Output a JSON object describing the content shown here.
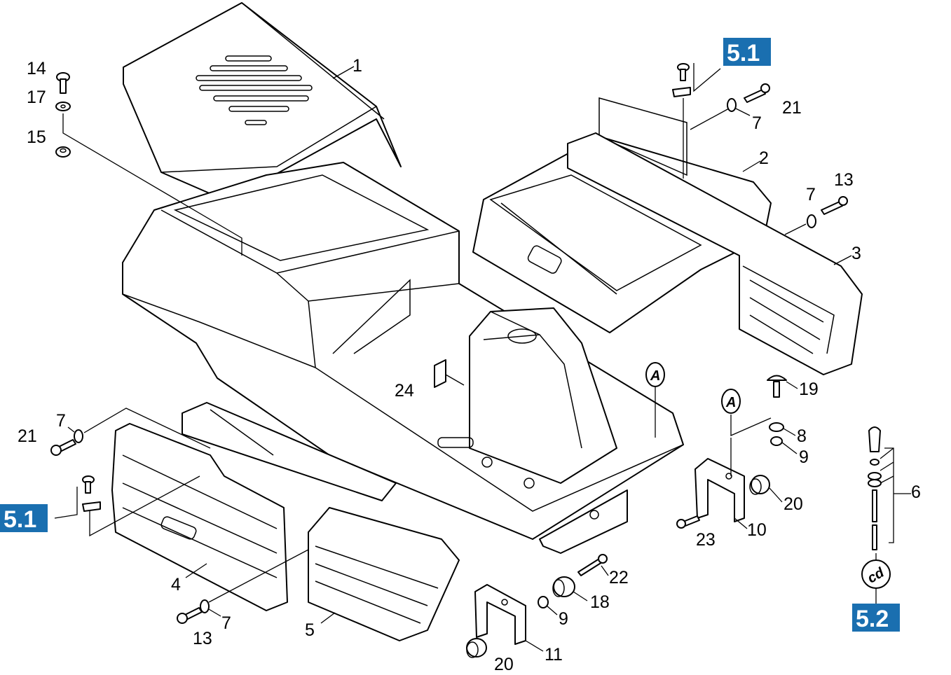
{
  "references": {
    "top_right": "5.1",
    "left": "5.1",
    "bottom_right": "5.2"
  },
  "markers": {
    "a_floor": "A",
    "a_bracket": "A",
    "cd": "cd"
  },
  "labels": {
    "p1": "1",
    "p2": "2",
    "p3": "3",
    "p4": "4",
    "p5": "5",
    "p6": "6",
    "p7_top": "7",
    "p7_right": "7",
    "p7_left": "7",
    "p7_bottom": "7",
    "p8": "8",
    "p9_right": "9",
    "p9_bottom": "9",
    "p10": "10",
    "p11": "11",
    "p13_right": "13",
    "p13_bottom": "13",
    "p14": "14",
    "p15": "15",
    "p17": "17",
    "p18": "18",
    "p19": "19",
    "p20_right": "20",
    "p20_bottom": "20",
    "p21_right": "21",
    "p21_left": "21",
    "p22": "22",
    "p23": "23",
    "p24": "24"
  },
  "colors": {
    "reference_badge": "#1a6fb0",
    "line": "#000000"
  }
}
